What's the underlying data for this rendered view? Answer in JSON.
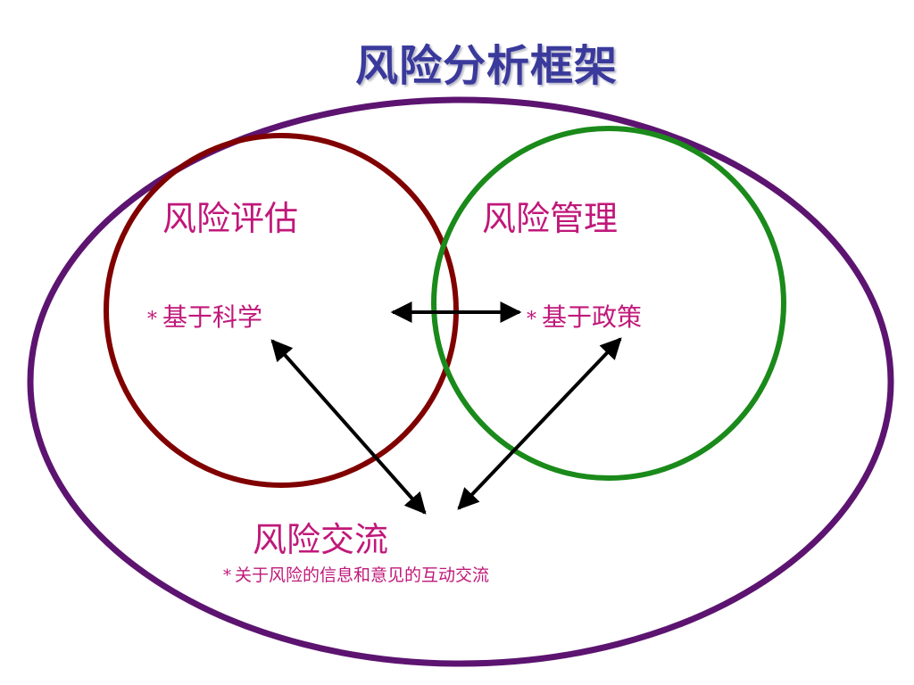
{
  "title": "风险分析框架",
  "assessment": {
    "heading": "风险评估",
    "bullet_star": "*",
    "bullet": "基于科学"
  },
  "management": {
    "heading": "风险管理",
    "bullet_star": "*",
    "bullet": "基于政策"
  },
  "communication": {
    "heading": "风险交流",
    "bullet_star": "*",
    "bullet": "关于风险的信息和意见的互动交流"
  },
  "colors": {
    "outer_ellipse": "#5c1470",
    "assessment_circle": "#800000",
    "management_circle": "#1a8a1a",
    "arrows": "#000000",
    "text": "#c0187a",
    "title": "#3a3a9c"
  }
}
